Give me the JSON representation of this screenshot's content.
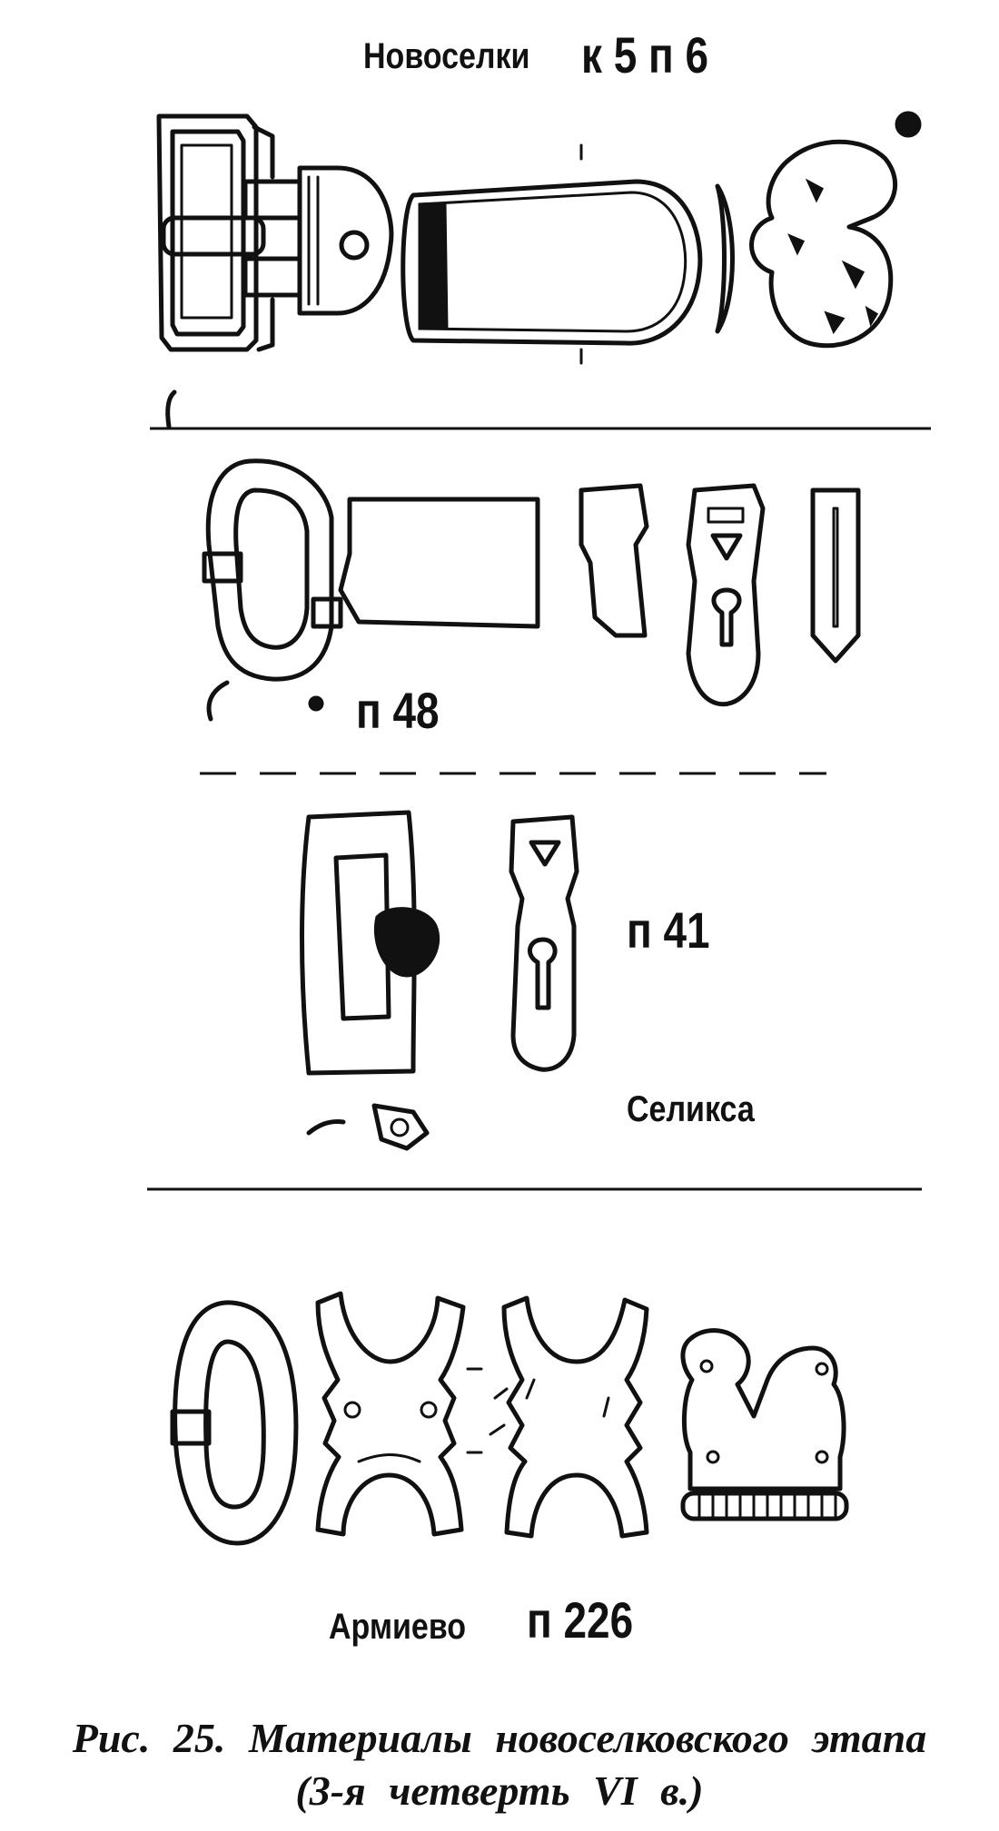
{
  "sections": [
    {
      "site": "Новоселки",
      "grave": "к 5 п 6"
    },
    {
      "grave": "п 48"
    },
    {
      "grave": "п 41",
      "site": "Селикса"
    },
    {
      "site": "Армиево",
      "grave": "п 226"
    }
  ],
  "caption": {
    "line1": "Рис. 25. Материалы новоселковского этапа",
    "line2": "(3-я четверть VI в.)"
  }
}
